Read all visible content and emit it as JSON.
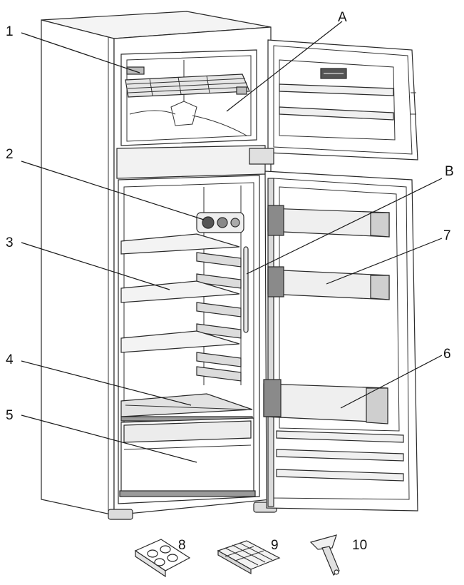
{
  "labels": {
    "l1": "1",
    "l2": "2",
    "l3": "3",
    "l4": "4",
    "l5": "5",
    "l6": "6",
    "l7": "7",
    "l8": "8",
    "l9": "9",
    "l10": "10",
    "lA": "A",
    "lB": "B"
  },
  "colors": {
    "stroke": "#1a1a1a",
    "body_fill": "#ffffff",
    "shade_light": "#eeeeee",
    "shade_mid": "#d9d9d9",
    "shade_dark": "#8a8a8a"
  }
}
